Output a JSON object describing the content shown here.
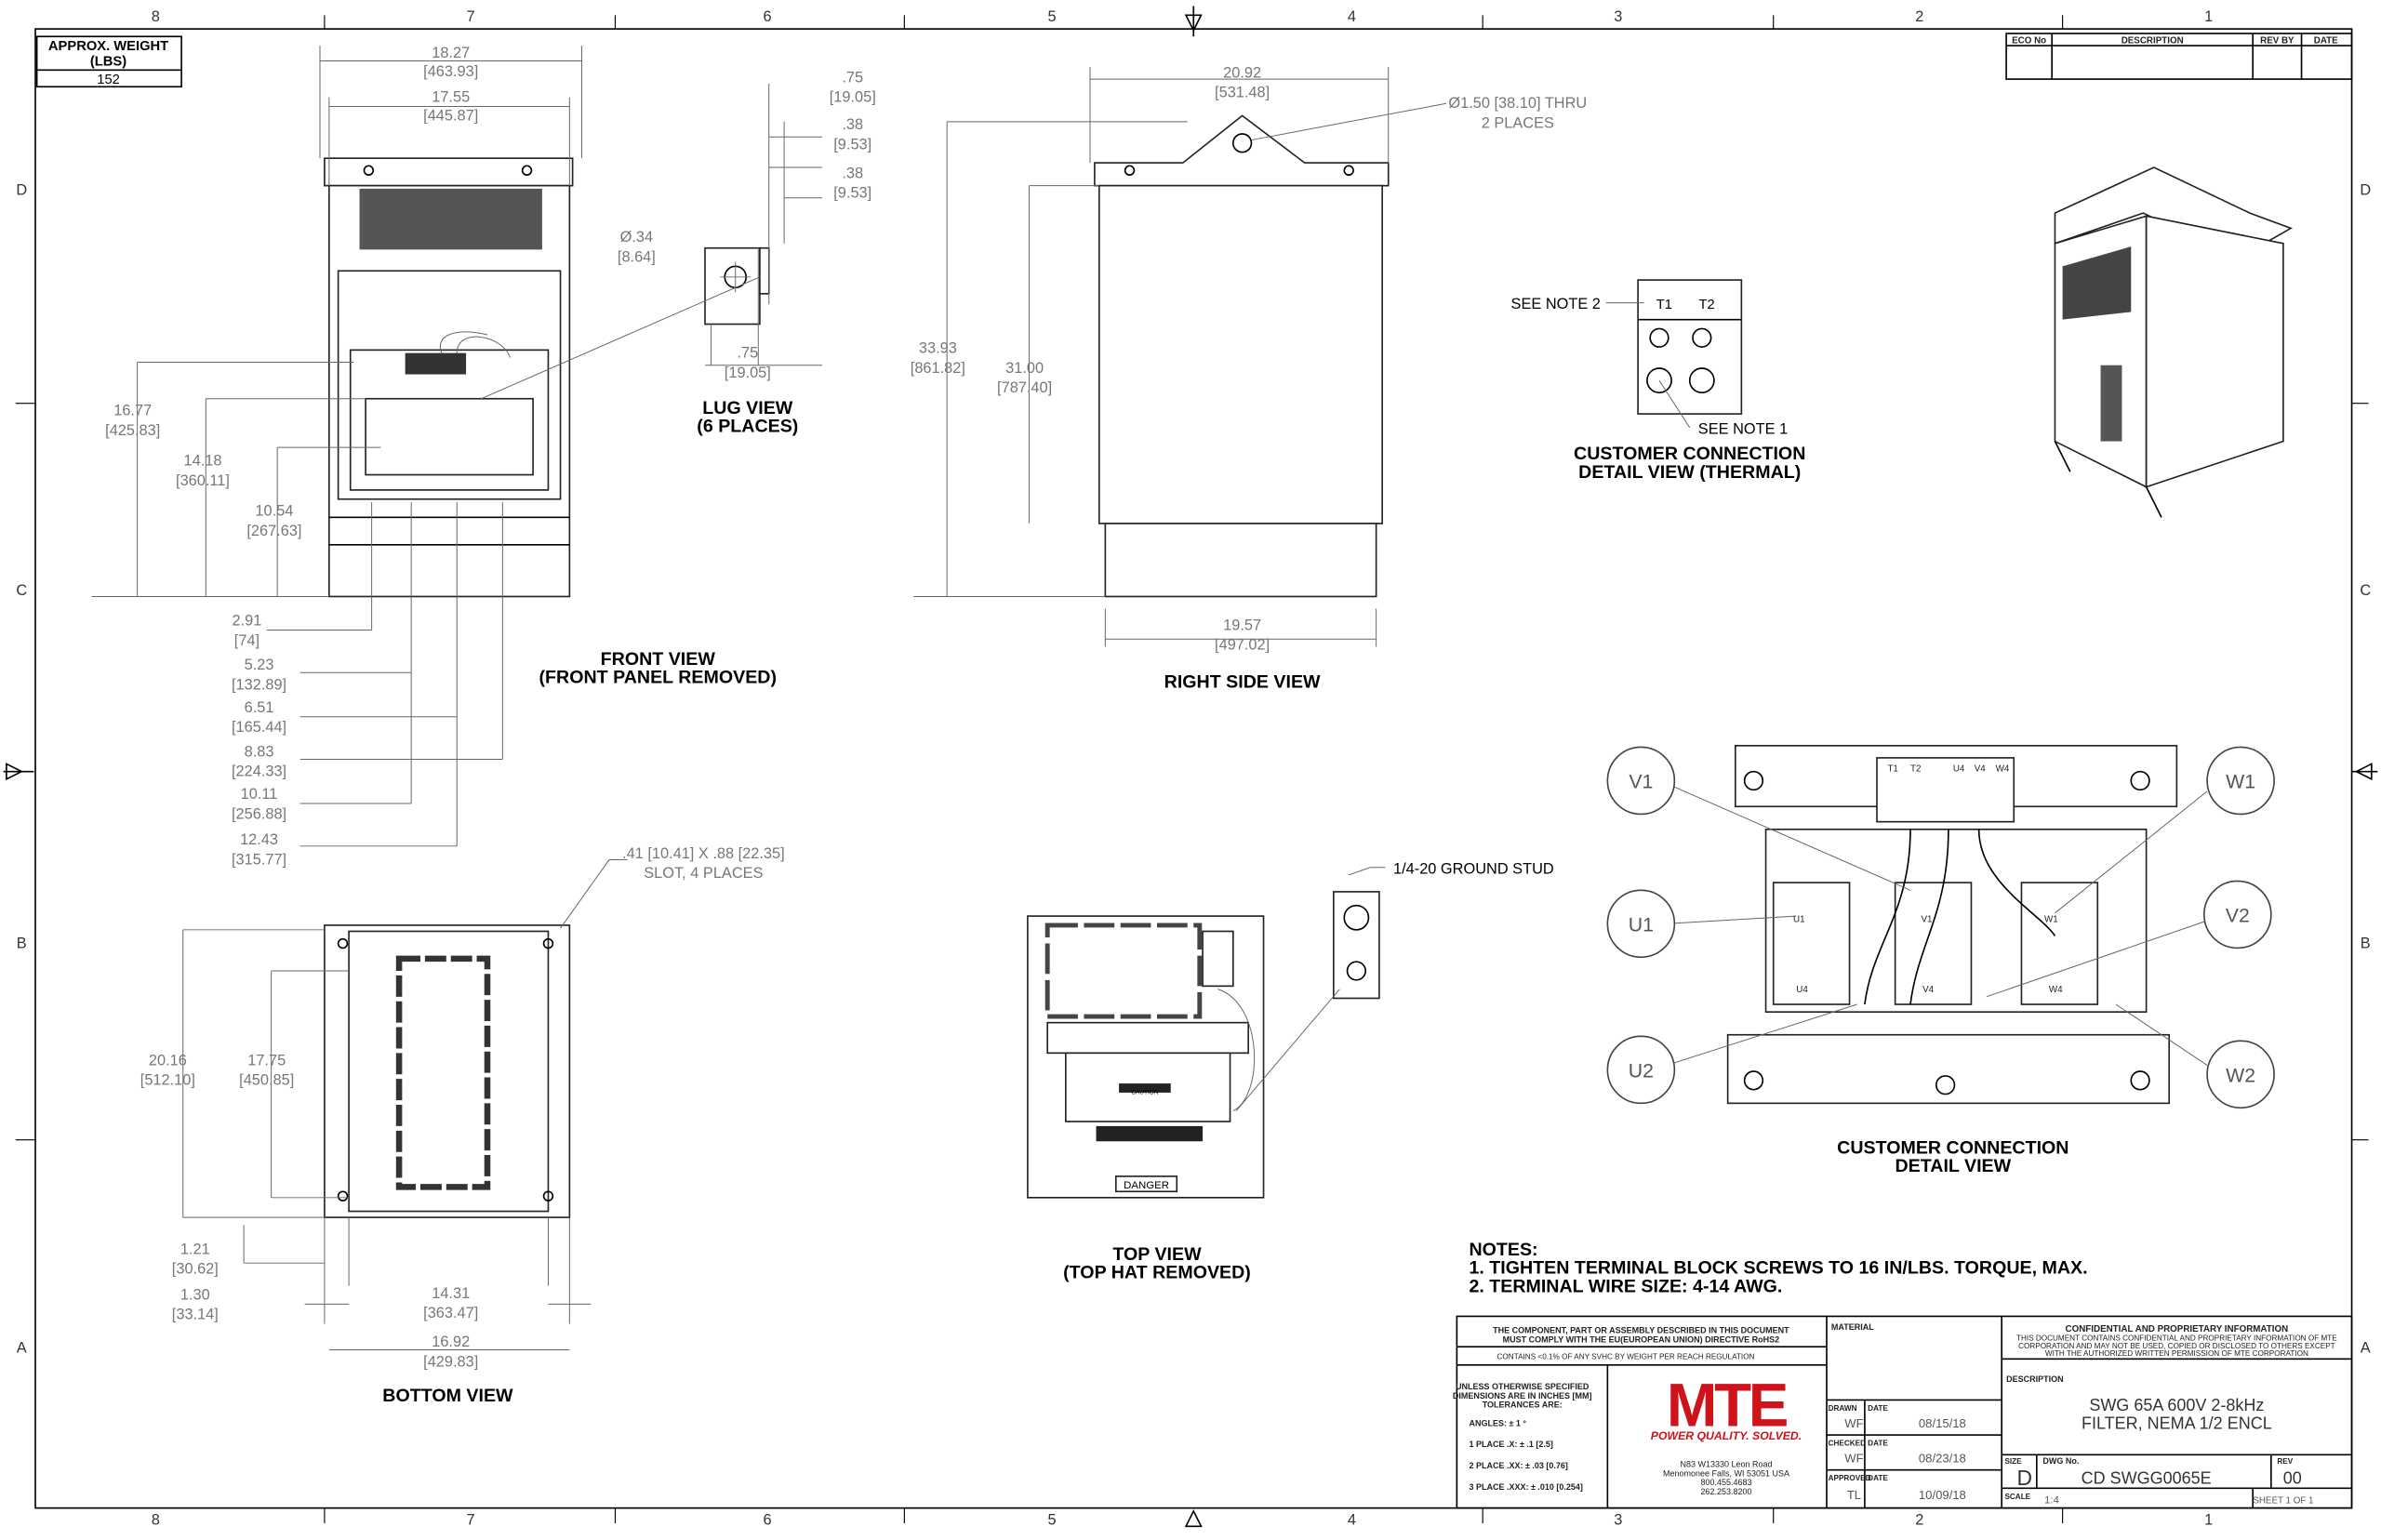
{
  "border": {
    "columns": [
      "8",
      "7",
      "6",
      "5",
      "4",
      "3",
      "2",
      "1"
    ],
    "rows": [
      "D",
      "C",
      "B",
      "A"
    ]
  },
  "weight": {
    "label1": "APPROX. WEIGHT",
    "label2": "(LBS)",
    "value": "152"
  },
  "revision_table": {
    "headers": [
      "ECO No",
      "DESCRIPTION",
      "REV BY",
      "DATE"
    ]
  },
  "views": {
    "front": {
      "title": "FRONT VIEW",
      "subtitle": "(FRONT PANEL REMOVED)"
    },
    "lug": {
      "title": "LUG VIEW",
      "subtitle": "(6 PLACES)"
    },
    "right": {
      "title": "RIGHT SIDE VIEW"
    },
    "thermal": {
      "title": "CUSTOMER CONNECTION",
      "subtitle": "DETAIL VIEW (THERMAL)",
      "see_note_2": "SEE NOTE 2",
      "see_note_1": "SEE NOTE 1",
      "t1": "T1",
      "t2": "T2"
    },
    "top": {
      "title": "TOP VIEW",
      "subtitle": "(TOP HAT REMOVED)",
      "ground_stud": "1/4-20 GROUND STUD",
      "danger": "DANGER",
      "caution": "CAUTION"
    },
    "bottom": {
      "title": "BOTTOM VIEW",
      "slot": ".41 [10.41] X .88 [22.35]",
      "slot2": "SLOT, 4 PLACES"
    },
    "detail": {
      "title": "CUSTOMER CONNECTION",
      "subtitle": "DETAIL VIEW",
      "bubbles": [
        "V1",
        "W1",
        "U1",
        "V2",
        "U2",
        "W2"
      ],
      "terminals": [
        "T1",
        "T2",
        "U4",
        "V4",
        "W4"
      ],
      "lugs": [
        "U1",
        "V1",
        "W1",
        "U4",
        "V4",
        "W4"
      ]
    }
  },
  "dimensions": {
    "f1": [
      "18.27",
      "[463.93]"
    ],
    "f2": [
      "17.55",
      "[445.87]"
    ],
    "f3": [
      "16.77",
      "[425.83]"
    ],
    "f4": [
      "14.18",
      "[360.11]"
    ],
    "f5": [
      "10.54",
      "[267.63]"
    ],
    "f6": [
      "2.91",
      "[74]"
    ],
    "f7": [
      "5.23",
      "[132.89]"
    ],
    "f8": [
      "6.51",
      "[165.44]"
    ],
    "f9": [
      "8.83",
      "[224.33]"
    ],
    "f10": [
      "10.11",
      "[256.88]"
    ],
    "f11": [
      "12.43",
      "[315.77]"
    ],
    "l1": [
      ".75",
      "[19.05]"
    ],
    "l2": [
      ".38",
      "[9.53]"
    ],
    "l3": [
      ".38",
      "[9.53]"
    ],
    "l4": [
      "Ø.34",
      "[8.64]"
    ],
    "l5": [
      ".75",
      "[19.05]"
    ],
    "r1": [
      "20.92",
      "[531.48]"
    ],
    "r2": [
      "Ø1.50 [38.10] THRU",
      "2 PLACES"
    ],
    "r3": [
      "33.93",
      "[861.82]"
    ],
    "r4": [
      "31.00",
      "[787.40]"
    ],
    "r5": [
      "19.57",
      "[497.02]"
    ],
    "b1": [
      "20.16",
      "[512.10]"
    ],
    "b2": [
      "17.75",
      "[450.85]"
    ],
    "b3": [
      "1.21",
      "[30.62]"
    ],
    "b4": [
      "1.30",
      "[33.14]"
    ],
    "b5": [
      "14.31",
      "[363.47]"
    ],
    "b6": [
      "16.92",
      "[429.83]"
    ]
  },
  "notes": {
    "title": "NOTES:",
    "items": [
      "1.  TIGHTEN TERMINAL BLOCK SCREWS TO 16 IN/LBS. TORQUE, MAX.",
      "2.  TERMINAL WIRE SIZE: 4-14 AWG."
    ]
  },
  "title_block": {
    "rohs": [
      "THE COMPONENT, PART OR ASSEMBLY DESCRIBED IN THIS DOCUMENT",
      "MUST COMPLY WITH THE EU(EUROPEAN UNION) DIRECTIVE RoHS2"
    ],
    "reach": "CONTAINS <0.1% OF ANY SVHC BY WEIGHT PER REACH REGULATION",
    "tolerances": [
      "UNLESS OTHERWISE SPECIFIED",
      "DIMENSIONS ARE IN INCHES [MM]",
      "TOLERANCES ARE:",
      "ANGLES: ± 1 °",
      "1 PLACE .X: ± .1 [2.5]",
      "2 PLACE .XX: ± .03 [0.76]",
      "3 PLACE .XXX: ± .010 [0.254]"
    ],
    "logo": "MTE",
    "tagline": "POWER QUALITY. SOLVED.",
    "address": [
      "N83 W13330 Leon Road",
      "Menomonee Falls, WI 53051 USA",
      "800.455.4683",
      "262.253.8200"
    ],
    "material_label": "MATERIAL",
    "drawn_label": "DRAWN",
    "drawn": "WF",
    "drawn_date": "08/15/18",
    "checked_label": "CHECKED",
    "checked": "WF",
    "checked_date": "08/23/18",
    "approved_label": "APPROVED",
    "approved": "TL",
    "approved_date": "10/09/18",
    "date_label": "DATE",
    "confidential": [
      "CONFIDENTIAL AND PROPRIETARY INFORMATION",
      "THIS DOCUMENT CONTAINS CONFIDENTIAL AND PROPRIETARY INFORMATION OF MTE",
      "CORPORATION AND MAY NOT BE USED, COPIED OR DISCLOSED TO OTHERS EXCEPT",
      "WITH THE AUTHORIZED WRITTEN PERMISSION OF MTE CORPORATION"
    ],
    "description_label": "DESCRIPTION",
    "description": [
      "SWG 65A 600V 2-8kHz",
      "FILTER, NEMA 1/2 ENCL"
    ],
    "size_label": "SIZE",
    "size": "D",
    "dwg_label": "DWG No.",
    "dwg": "CD SWGG0065E",
    "rev_label": "REV",
    "rev": "00",
    "scale_label": "SCALE",
    "scale": "1:4",
    "sheet": "SHEET 1  OF 1"
  },
  "colors": {
    "brand": "#d0121b"
  }
}
